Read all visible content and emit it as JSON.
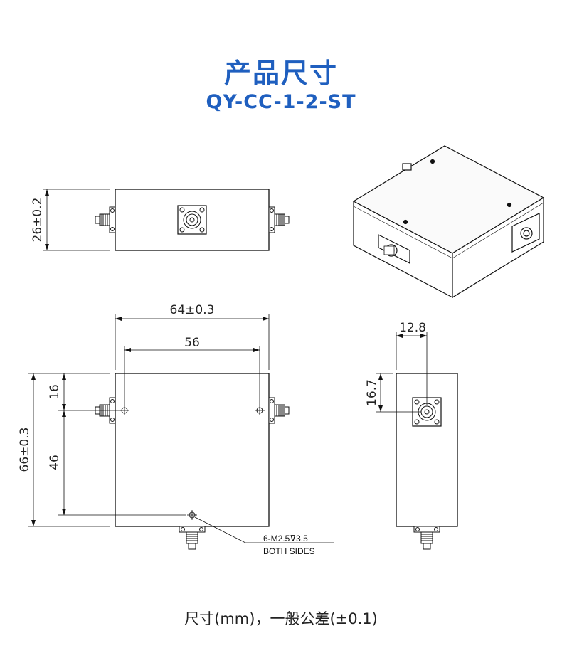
{
  "header": {
    "title": "产品尺寸",
    "model": "QY-CC-1-2-ST"
  },
  "dimensions": {
    "side_height": "26±0.2",
    "width": "64±0.3",
    "hole_spacing": "56",
    "height": "66±0.3",
    "hole_top_offset": "16",
    "hole_vertical_spacing": "46",
    "port_offset_x": "12.8",
    "port_offset_y": "16.7"
  },
  "annotation": {
    "thread": "6-M2.5⊽3.5",
    "note": "BOTH SIDES"
  },
  "footer": {
    "text": "尺寸(mm)，一般公差(±0.1)"
  }
}
